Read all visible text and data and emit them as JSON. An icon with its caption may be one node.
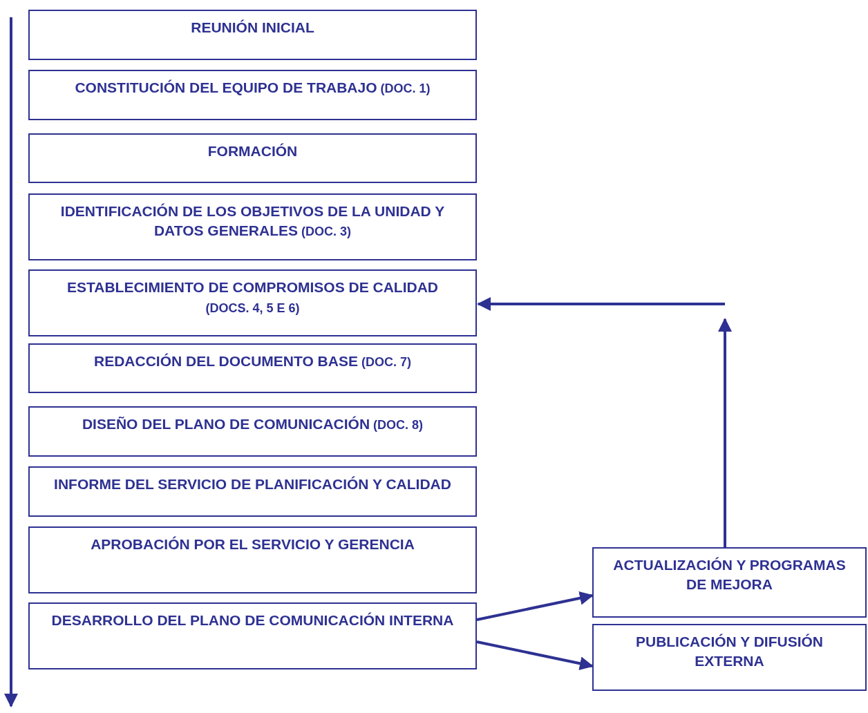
{
  "diagram": {
    "nodes": [
      {
        "text": [
          "REUNIÓN INICIAL"
        ]
      },
      {
        "text": [
          "CONSTITUCIÓN DEL EQUIPO DE TRABAJO",
          "(DOC. 1)"
        ]
      },
      {
        "text": [
          "FORMACIÓN"
        ]
      },
      {
        "text": [
          "IDENTIFICACIÓN DE LOS OBJETIVOS DE LA UNIDAD Y DATOS GENERALES",
          "(DOC. 3)"
        ]
      },
      {
        "text": [
          "ESTABLECIMIENTO DE COMPROMISOS DE CALIDAD",
          "(DOCS. 4, 5 E 6)"
        ]
      },
      {
        "text": [
          "REDACCIÓN DEL DOCUMENTO BASE",
          "(DOC. 7)"
        ]
      },
      {
        "text": [
          "DISEÑO DEL PLANO DE COMUNICACIÓN",
          "(DOC. 8)"
        ]
      },
      {
        "text": [
          "INFORME DEL SERVICIO DE PLANIFICACIÓN Y CALIDAD"
        ]
      },
      {
        "text": [
          "APROBACIÓN POR EL SERVICIO Y GERENCIA"
        ]
      },
      {
        "text": [
          "DESARROLLO DEL PLANO DE COMUNICACIÓN INTERNA"
        ]
      },
      {
        "text": [
          "ACTUALIZACIÓN Y PROGRAMAS DE MEJORA"
        ]
      },
      {
        "text": [
          "PUBLICACIÓN Y DIFUSIÓN EXTERNA"
        ]
      }
    ],
    "edges": [
      {
        "from": 9,
        "to": 10,
        "arrow": "to"
      },
      {
        "from": 9,
        "to": 11,
        "arrow": "to"
      },
      {
        "from": 10,
        "to": null,
        "arrow": "to"
      },
      {
        "from": null,
        "to": 4,
        "arrow": "to"
      }
    ]
  }
}
